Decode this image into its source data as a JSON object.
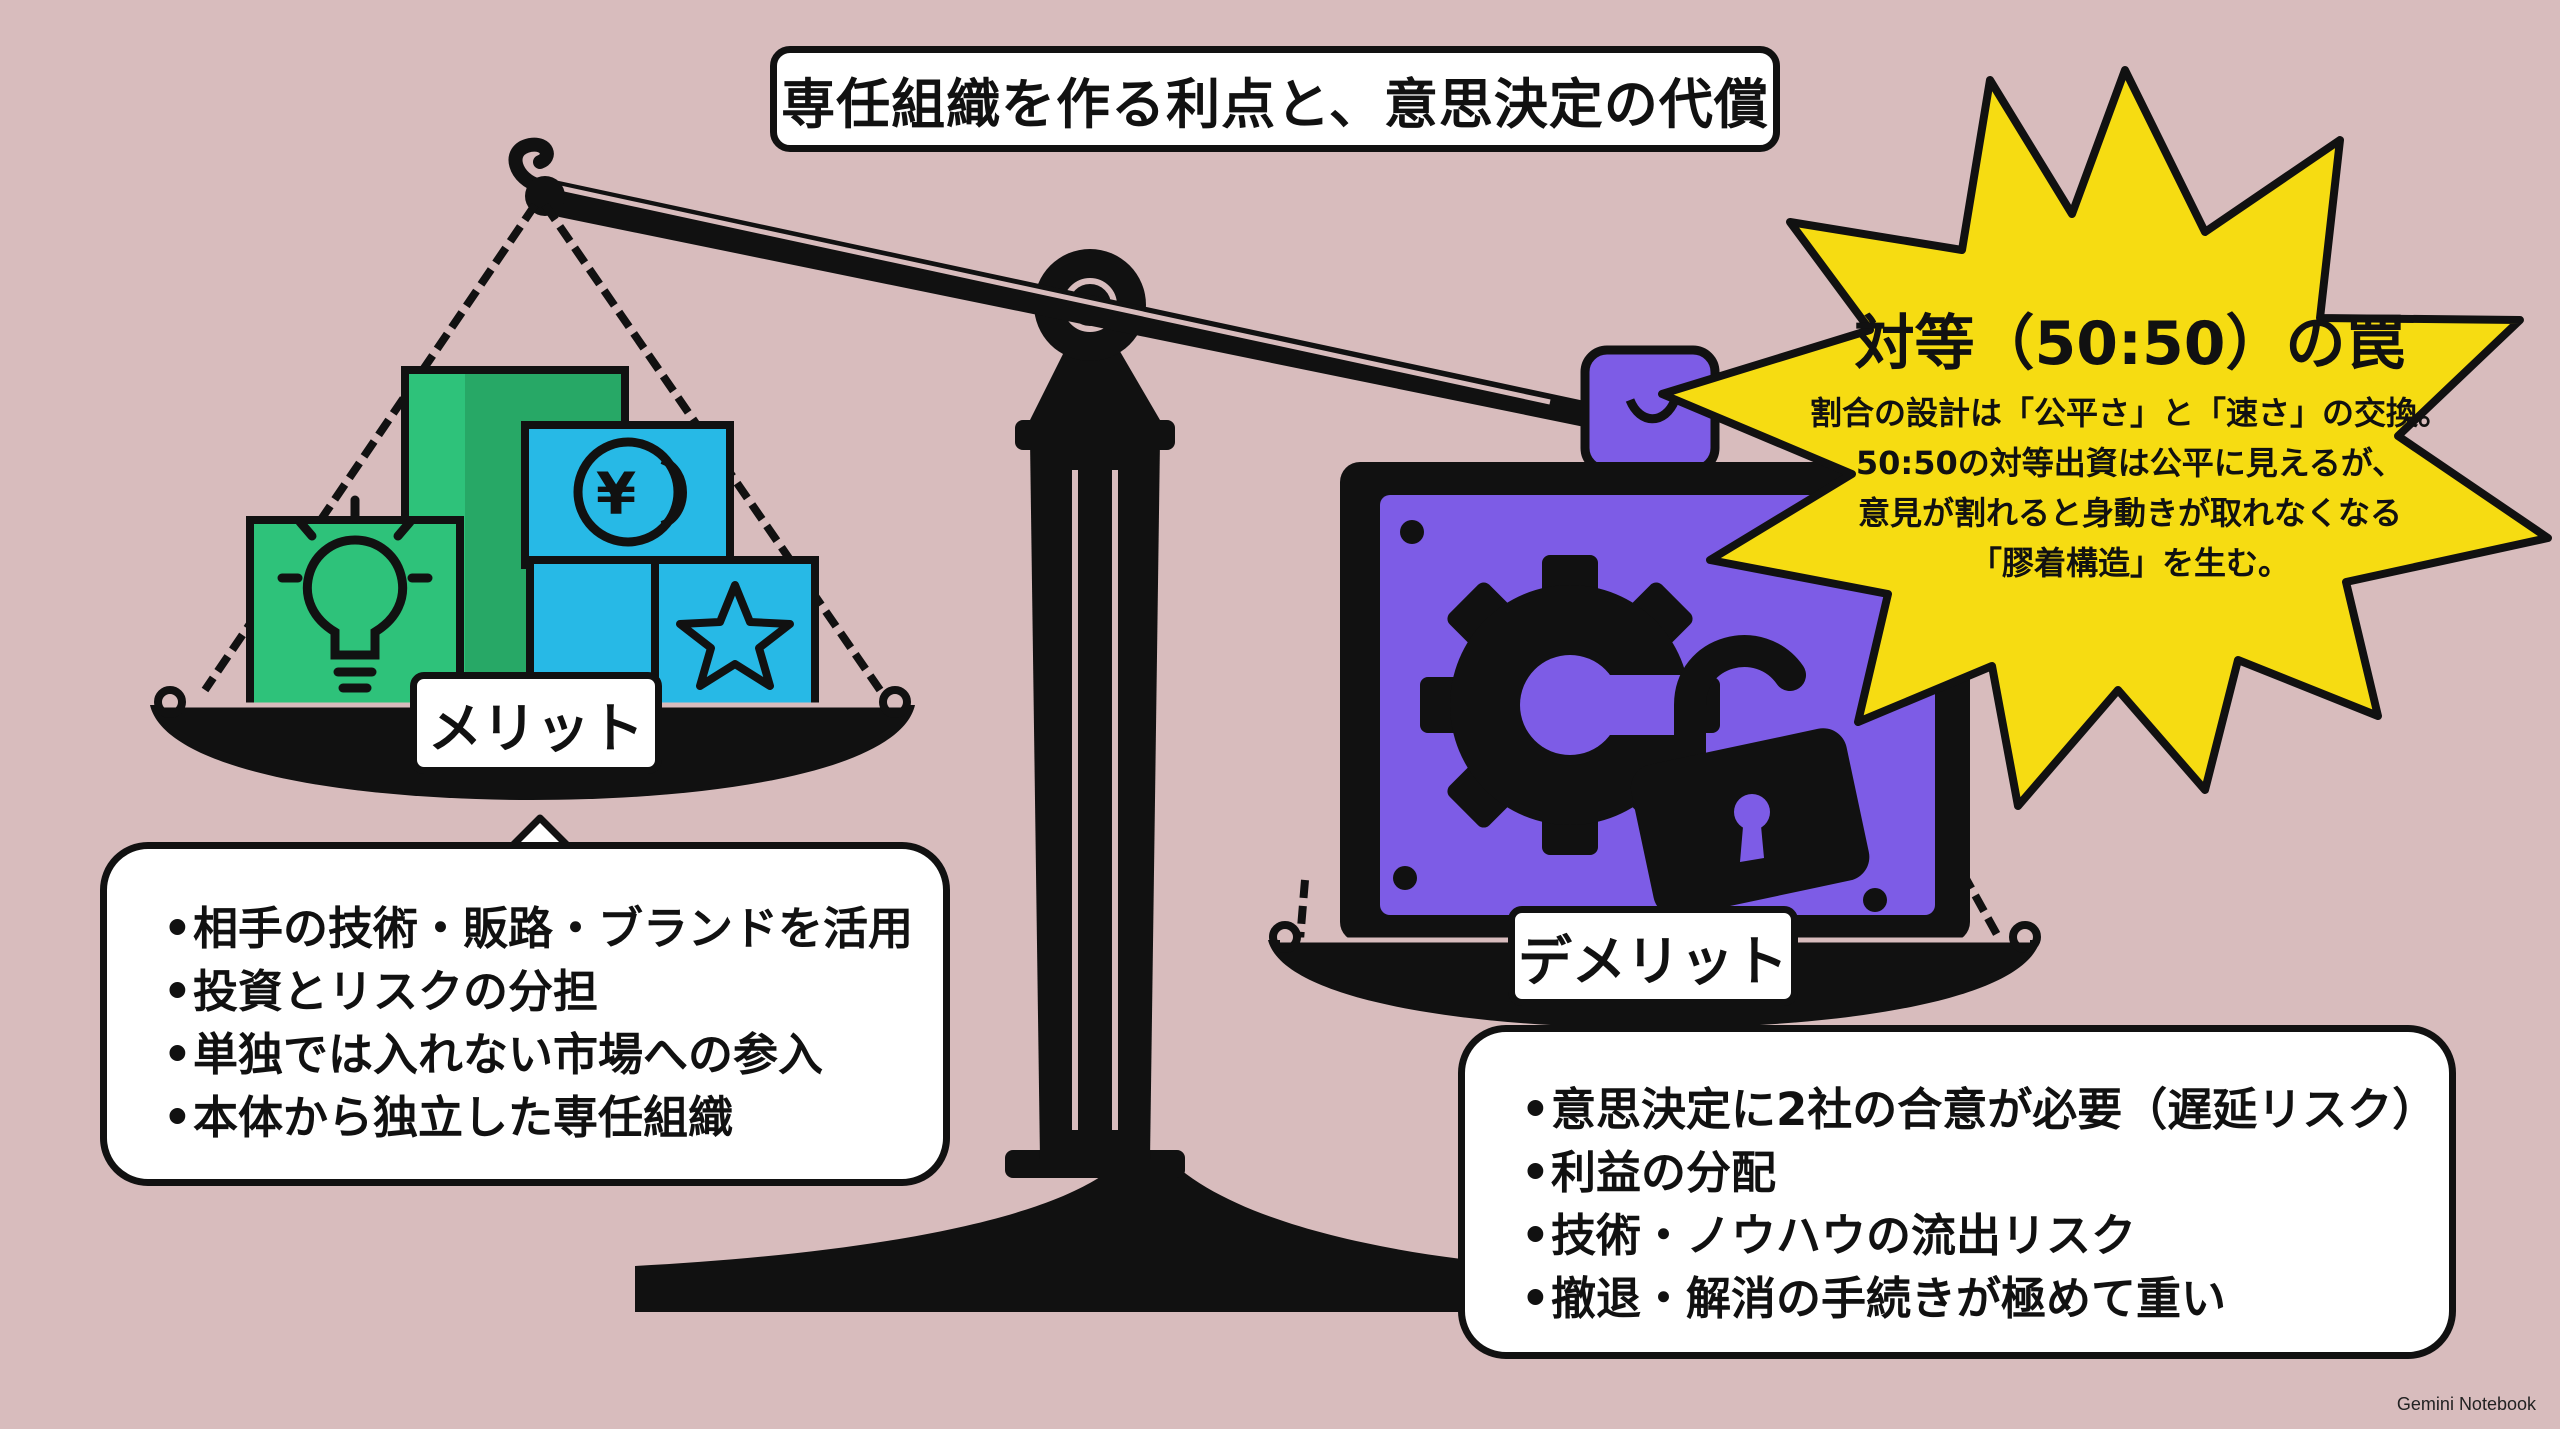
{
  "title": "専任組織を作る利点と、意思決定の代償",
  "merit": {
    "label": "メリット",
    "items": [
      "相手の技術・販路・ブランドを活用",
      "投資とリスクの分担",
      "単独では入れない市場への参入",
      "本体から独立した専任組織"
    ],
    "coin_symbol": "¥"
  },
  "demerit": {
    "label": "デメリット",
    "items": [
      "意思決定に2社の合意が必要（遅延リスク）",
      "利益の分配",
      "技術・ノウハウの流出リスク",
      "撤退・解消の手続きが極めて重い"
    ]
  },
  "trap": {
    "title": "対等（50:50）の罠",
    "body": [
      "割合の設計は「公平さ」と「速さ」の交換。",
      "50:50の対等出資は公平に見えるが、",
      "意見が割れると身動きが取れなくなる",
      "「膠着構造」を生む。"
    ]
  },
  "credit": "Gemini Notebook",
  "colors": {
    "background": "#d8bcbd",
    "green": "#2ec27a",
    "cyan": "#27b9e6",
    "purple": "#7d5ce6",
    "yellow": "#f6dc12",
    "ink": "#111111"
  },
  "icons": [
    "lightbulb-icon",
    "yen-coin-icon",
    "star-icon",
    "gear-icon",
    "padlock-icon"
  ]
}
